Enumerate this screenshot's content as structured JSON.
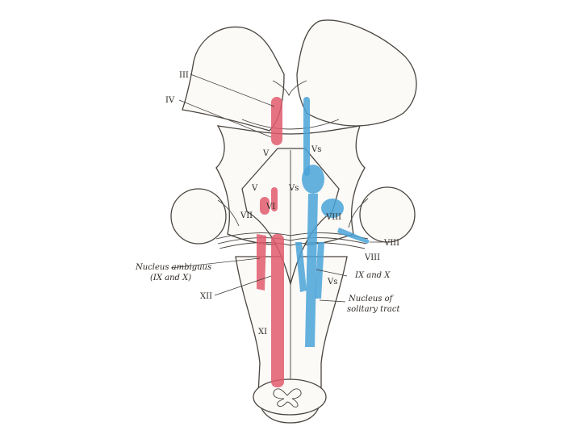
{
  "figure": {
    "colors": {
      "motor": "#e05a6c",
      "sensory": "#4aa3d8",
      "outline": "#4a4540",
      "paper": "#fbfaf7"
    },
    "labels": {
      "iii": "III",
      "iv": "IV",
      "v_left": "V",
      "vs_upper": "Vs",
      "v_lower": "V",
      "vs_middle": "Vs",
      "vi": "VI",
      "vii": "VII",
      "viii_inner": "VIII",
      "viii_outer": "VIII",
      "viii_lower": "VIII",
      "nucleus_ambiguus": "Nucleus ambiguus",
      "nucleus_ambiguus_sub": "(IX and X)",
      "xii": "XII",
      "vs_lower": "Vs",
      "ix_and_x": "IX and X",
      "nucleus_of": "Nucleus of",
      "solitary_tract": "solitary tract",
      "xi": "XI"
    }
  }
}
